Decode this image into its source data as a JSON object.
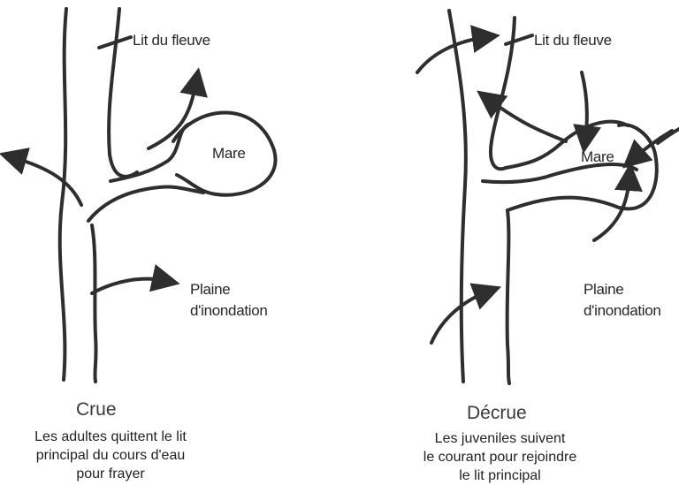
{
  "left_panel": {
    "river_label": "Lit du fleuve",
    "pond_label": "Mare",
    "floodplain_label": [
      "Plaine",
      "d'inondation"
    ],
    "title": "Crue",
    "caption": [
      "Les adultes quittent le lit",
      "principal du cours d'eau",
      "pour frayer"
    ]
  },
  "right_panel": {
    "river_label": "Lit du fleuve",
    "pond_label": "Mare",
    "floodplain_label": [
      "Plaine",
      "d'inondation"
    ],
    "title": "Décrue",
    "caption": [
      "Les juveniles suivent",
      "le courant pour rejoindre",
      "le lit principal"
    ]
  },
  "colors": {
    "line": "#2e2e2e",
    "text": "#262626"
  }
}
